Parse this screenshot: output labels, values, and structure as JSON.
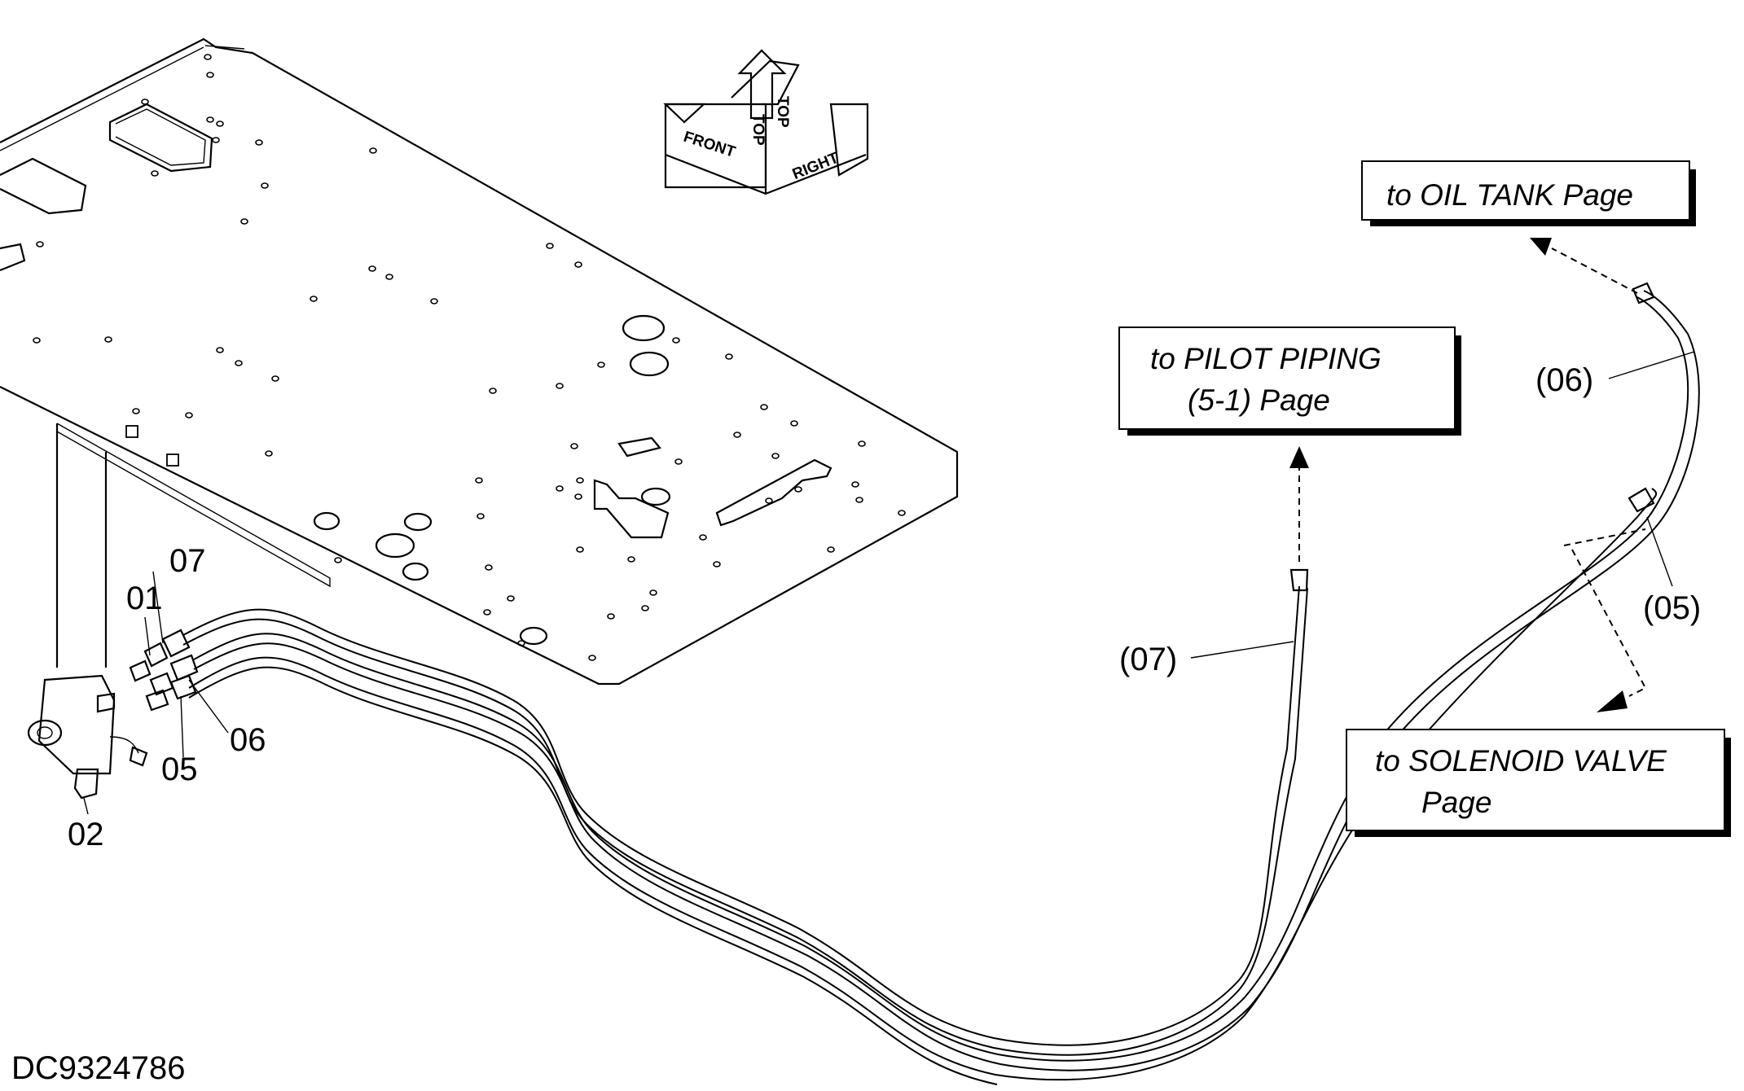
{
  "compass": {
    "front": "FRONT",
    "top": "TOP",
    "right": "RIGHT"
  },
  "part_labels": {
    "p01": "01",
    "p02": "02",
    "p05": "05",
    "p06": "06",
    "p07": "07"
  },
  "ref_labels": {
    "r05": "(05)",
    "r06": "(06)",
    "r07": "(07)"
  },
  "boxes": {
    "oil_tank": "to OIL TANK Page",
    "pilot_piping_line1": "to PILOT PIPING",
    "pilot_piping_line2": "(5-1) Page",
    "solenoid_line1": "to SOLENOID VALVE",
    "solenoid_line2": "Page"
  },
  "doc_id": "DC9324786"
}
